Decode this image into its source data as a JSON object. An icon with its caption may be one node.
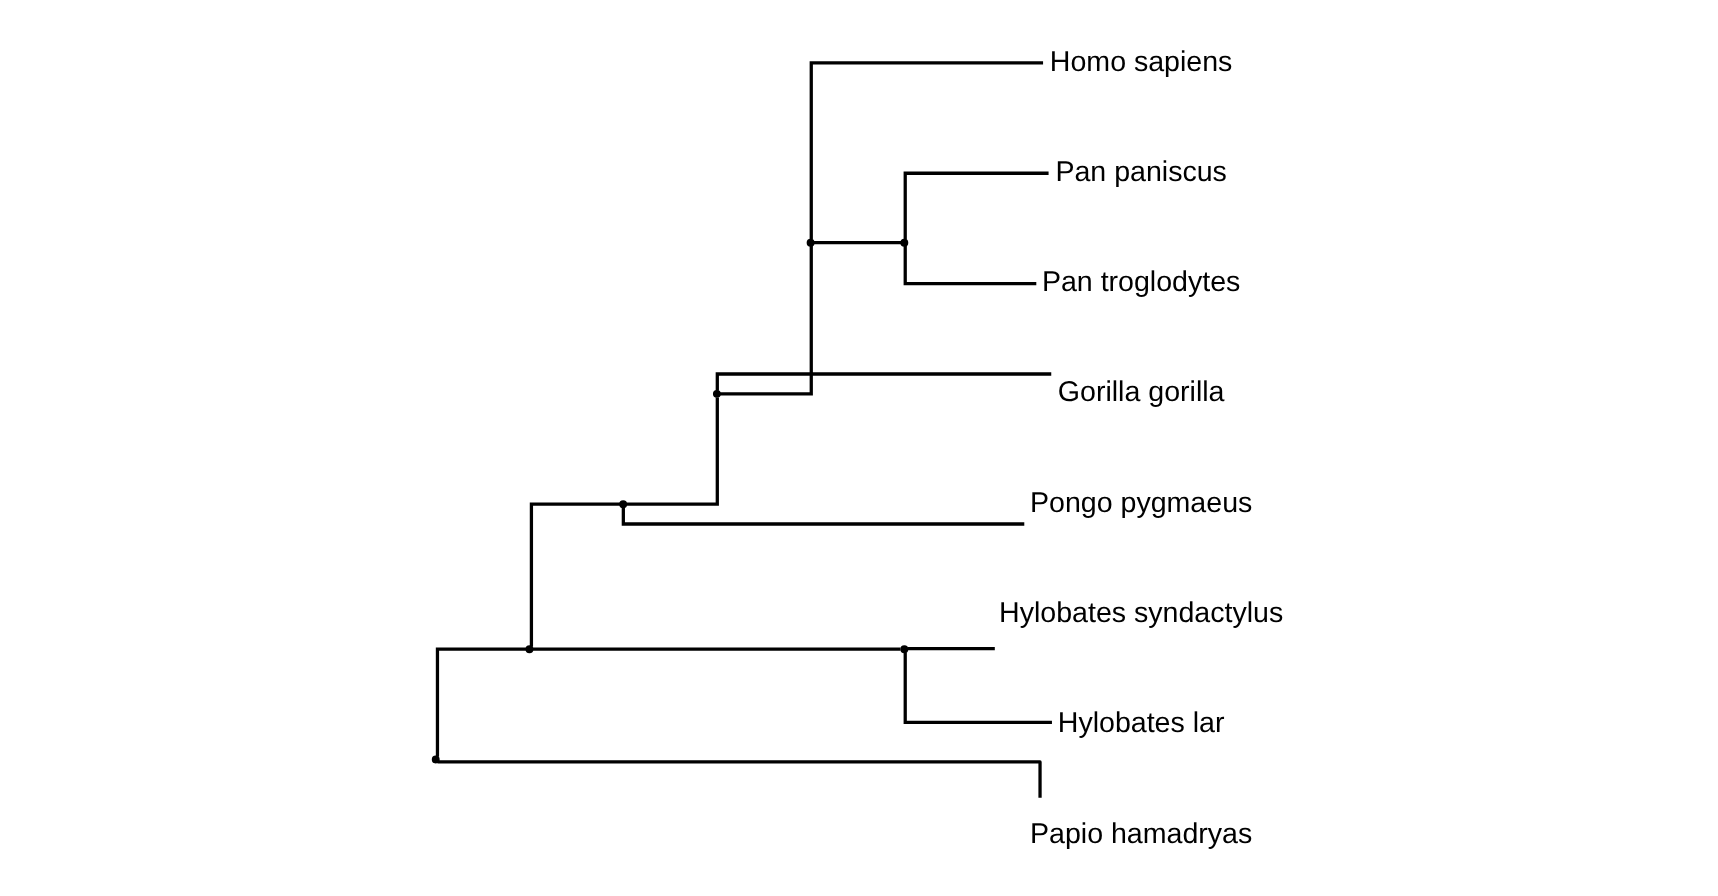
{
  "diagram": {
    "nodes": [
      {
        "text": [],
        "shape": "point"
      },
      {
        "text": [],
        "shape": "point"
      },
      {
        "text": [],
        "shape": "point"
      },
      {
        "text": [],
        "shape": "point"
      },
      {
        "text": [],
        "shape": "point"
      },
      {
        "text": [],
        "shape": "point"
      },
      {
        "text": [],
        "shape": "point"
      },
      {
        "text": [
          "Homo sapiens"
        ]
      },
      {
        "text": [
          "Pan paniscus"
        ]
      },
      {
        "text": [
          "Pan troglodytes"
        ]
      },
      {
        "text": [
          "Gorilla gorilla"
        ]
      },
      {
        "text": [
          "Pongo pygmaeus"
        ]
      },
      {
        "text": [
          "Hylobates syndactylus"
        ]
      },
      {
        "text": [
          "Hylobates lar"
        ]
      },
      {
        "text": [
          "Papio hamadryas"
        ]
      }
    ],
    "edges": [
      {
        "from": 0,
        "to": 1,
        "arrow": "none"
      },
      {
        "from": 0,
        "to": 14,
        "arrow": "none"
      },
      {
        "from": 1,
        "to": 2,
        "arrow": "none"
      },
      {
        "from": 1,
        "to": 4,
        "arrow": "none"
      },
      {
        "from": 2,
        "to": 3,
        "arrow": "none"
      },
      {
        "from": 2,
        "to": 11,
        "arrow": "none"
      },
      {
        "from": 3,
        "to": 5,
        "arrow": "none"
      },
      {
        "from": 3,
        "to": 10,
        "arrow": "none"
      },
      {
        "from": 5,
        "to": 7,
        "arrow": "none"
      },
      {
        "from": 5,
        "to": 6,
        "arrow": "none"
      },
      {
        "from": 6,
        "to": 8,
        "arrow": "none"
      },
      {
        "from": 6,
        "to": 9,
        "arrow": "none"
      },
      {
        "from": 4,
        "to": 12,
        "arrow": "none"
      },
      {
        "from": 4,
        "to": 13,
        "arrow": "none"
      }
    ]
  }
}
